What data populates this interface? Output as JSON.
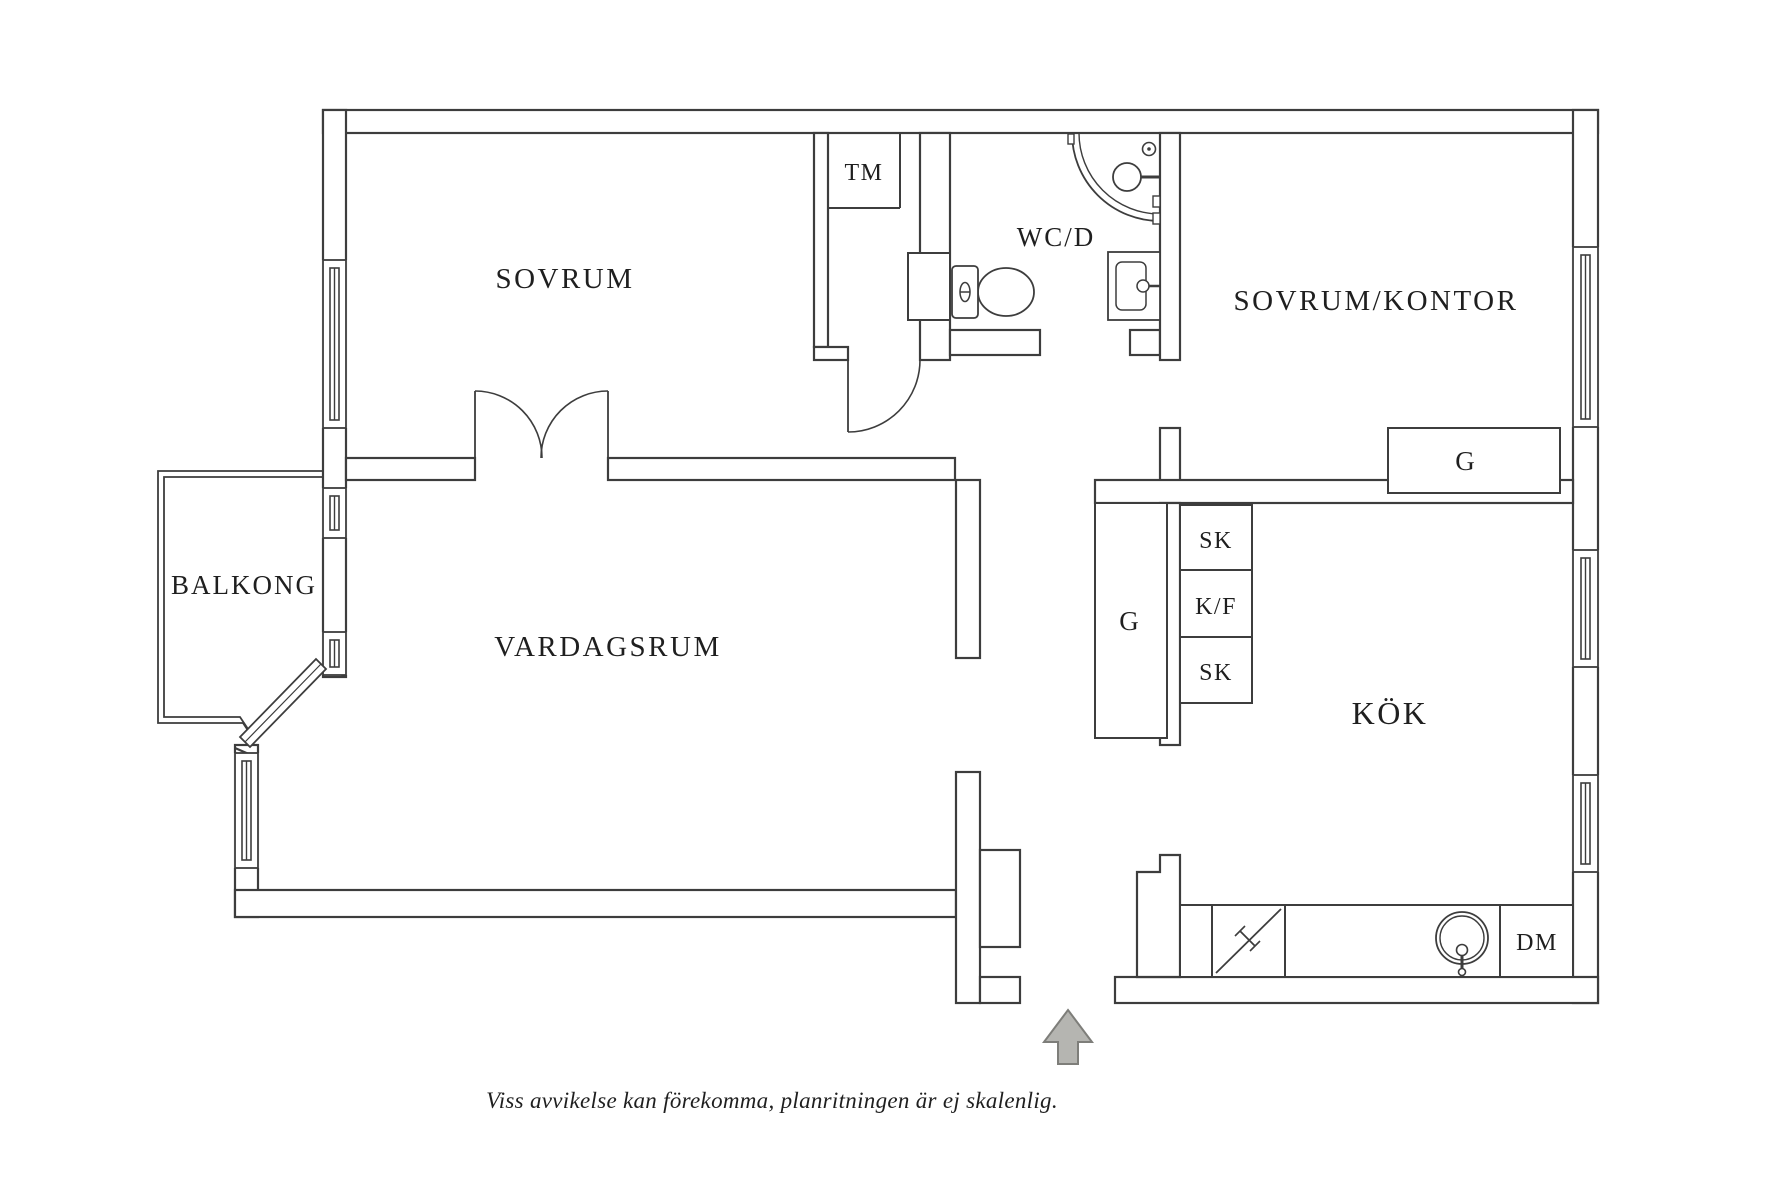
{
  "labels": {
    "sovrum": "SOVRUM",
    "tm": "TM",
    "wcd": "WC/D",
    "sovrum_kontor": "SOVRUM/KONTOR",
    "balkong": "BALKONG",
    "vardagsrum": "VARDAGSRUM",
    "g_hall": "G",
    "sk_top": "SK",
    "kf": "K/F",
    "sk_bottom": "SK",
    "g_kontor": "G",
    "kok": "KÖK",
    "dm": "DM"
  },
  "caption": "Viss avvikelse kan förekomma, planritningen är ej skalenlig.",
  "entrance": {
    "arrow_direction": "up"
  },
  "colors": {
    "background": "#ffffff",
    "wall_line": "#3d3d3d",
    "label_text": "#1f1f1f",
    "arrow_fill": "#b5b5b1",
    "arrow_outline": "#7e7e7a"
  }
}
